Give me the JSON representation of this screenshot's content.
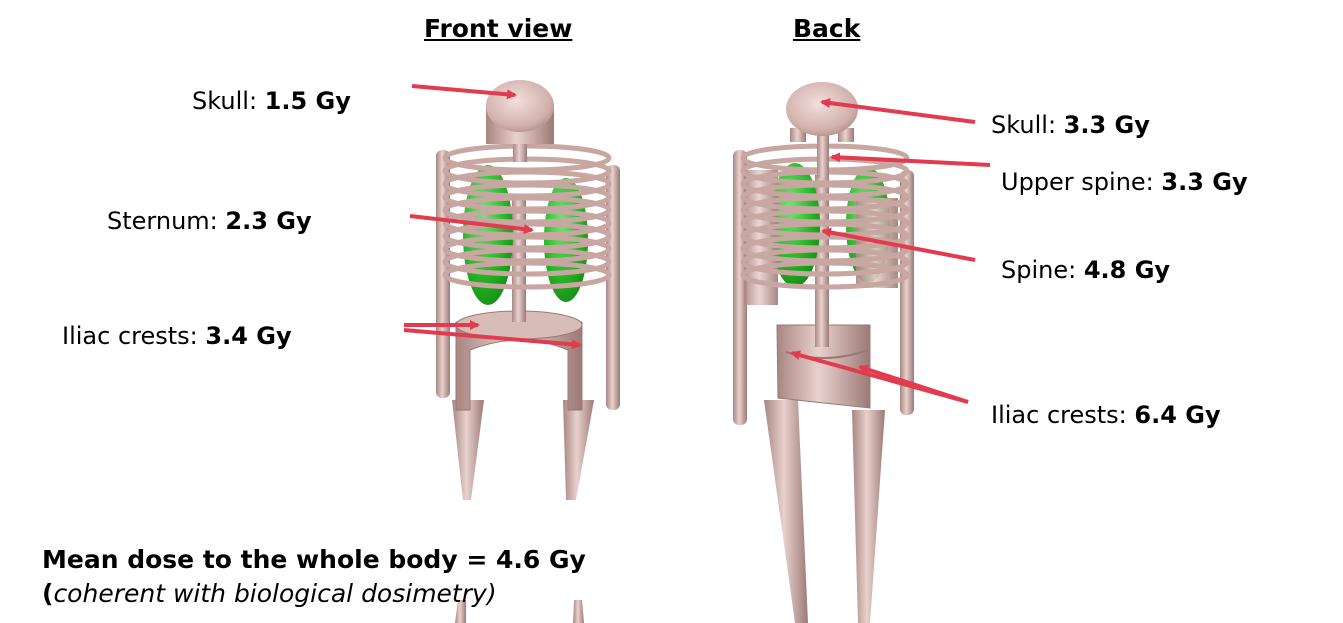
{
  "views": {
    "front_title": "Front view",
    "back_title": "Back"
  },
  "front": {
    "skull": {
      "name": "Skull:",
      "dose": "1.5 Gy"
    },
    "sternum": {
      "name": "Sternum:",
      "dose": "2.3 Gy"
    },
    "iliac": {
      "name": "Iliac crests:",
      "dose": "3.4 Gy"
    }
  },
  "back": {
    "skull": {
      "name": "Skull:",
      "dose": "3.3 Gy"
    },
    "upper_spine": {
      "name": "Upper spine:",
      "dose": "3.3 Gy"
    },
    "spine": {
      "name": "Spine:",
      "dose": "4.8 Gy"
    },
    "iliac": {
      "name": "Iliac crests:",
      "dose": "6.4 Gy"
    }
  },
  "summary": {
    "line1": "Mean dose to the whole body = 4.6 Gy",
    "open_paren": "(",
    "line2_italic": "coherent with biological dosimetry",
    "close_paren": ")"
  },
  "colors": {
    "bone": "#d7b8b4",
    "bone_dark": "#a88682",
    "lung": "#2fb52f",
    "arrow": "#e23a4e",
    "title_blue": "#3a7dc9"
  }
}
